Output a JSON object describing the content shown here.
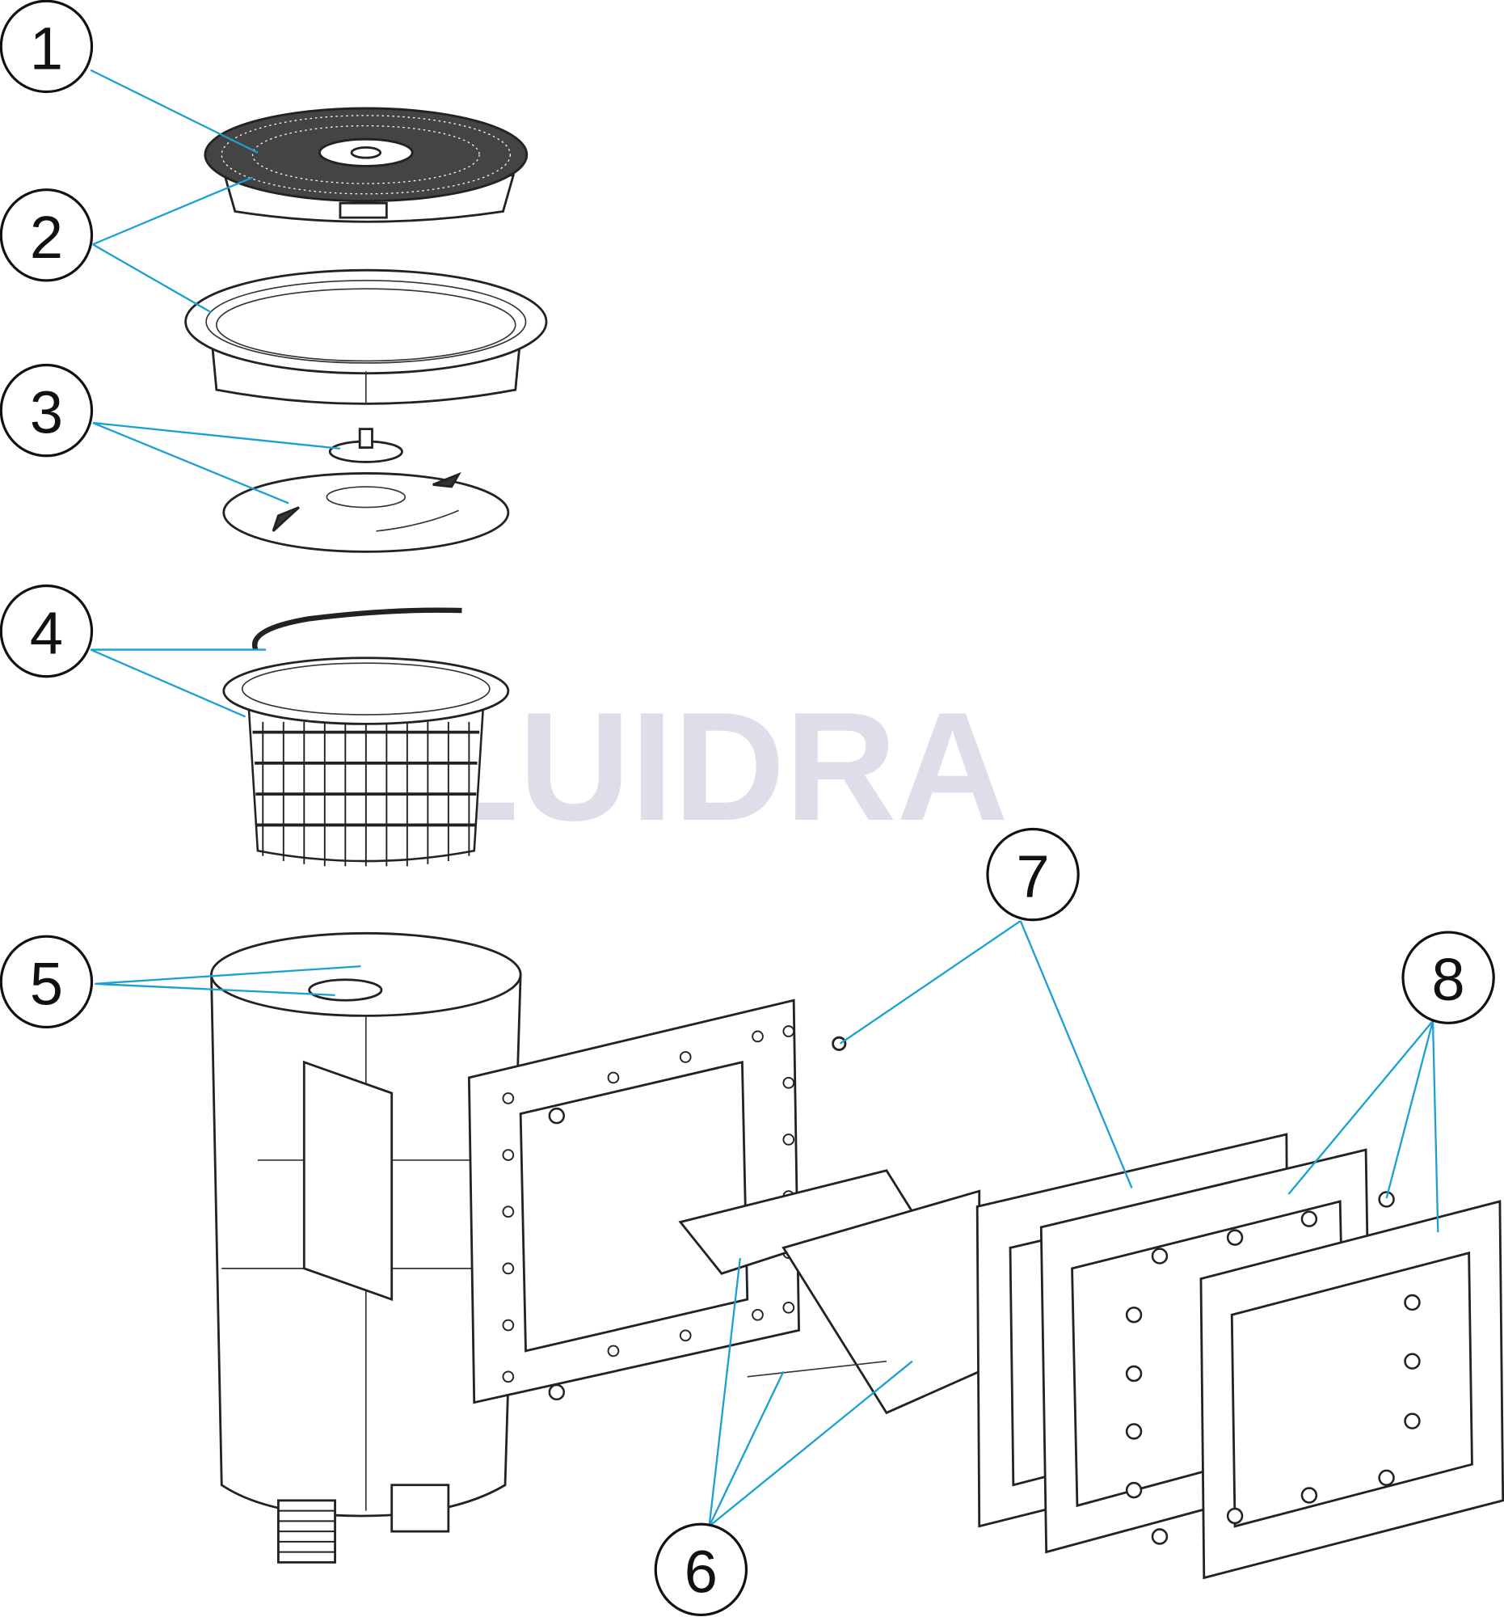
{
  "diagram": {
    "watermark": "FLUIDRA",
    "callouts": [
      "1",
      "2",
      "3",
      "4",
      "5",
      "6",
      "7",
      "8"
    ],
    "colors": {
      "leader": "#1aa0d2",
      "watermark": "#d9d9e8",
      "outline": "#222222"
    }
  }
}
